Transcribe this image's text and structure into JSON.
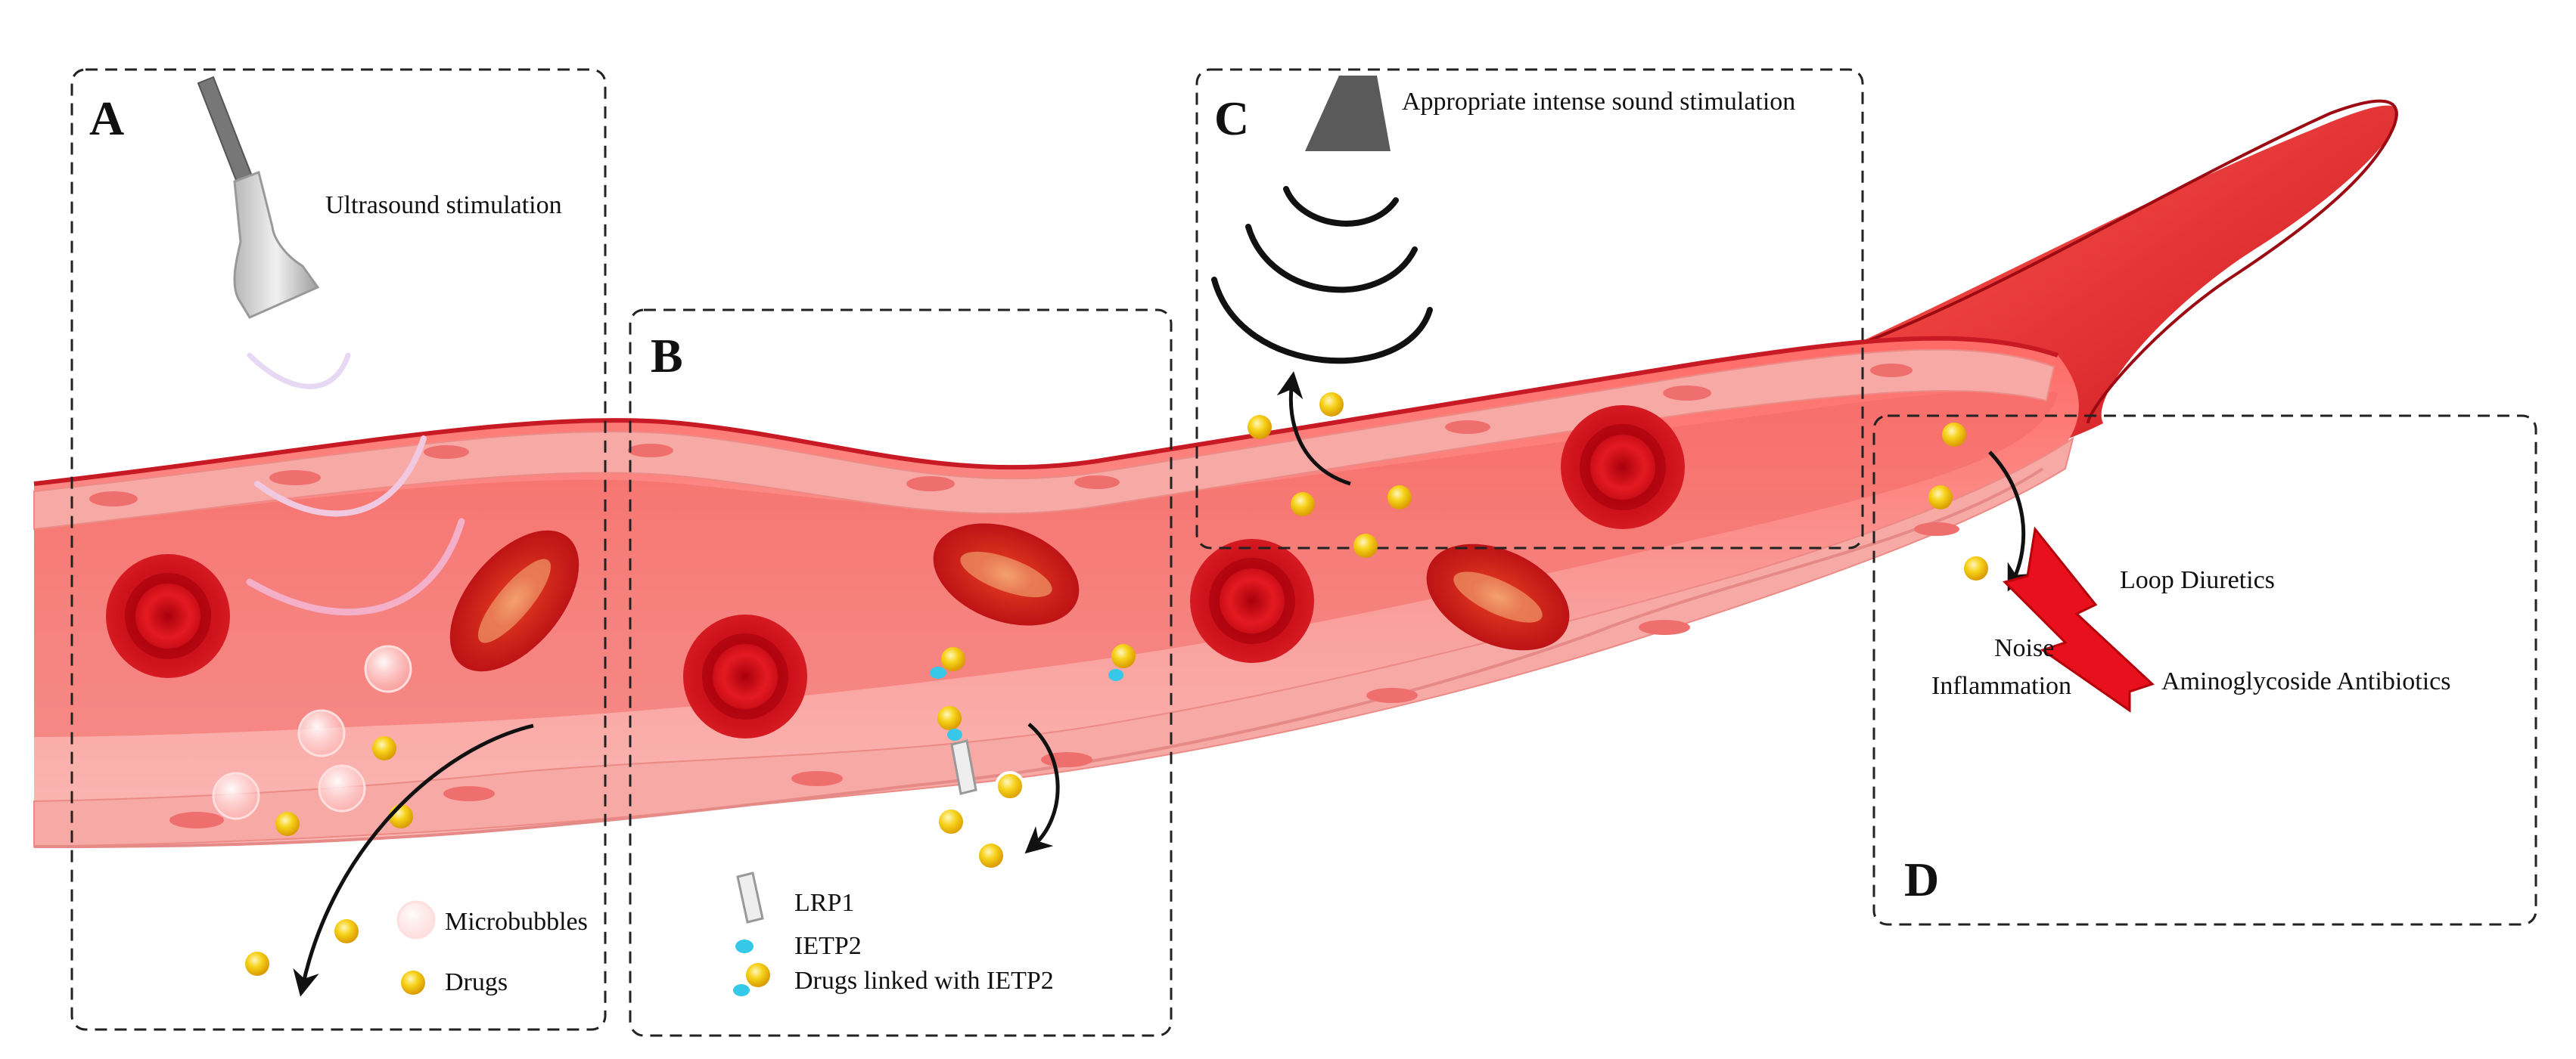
{
  "panels": {
    "a": {
      "letter": "A",
      "title": "Ultrasound stimulation",
      "legend": {
        "microbubbles": "Microbubbles",
        "drugs": "Drugs"
      }
    },
    "b": {
      "letter": "B",
      "legend": {
        "lrp1": "LRP1",
        "ietp2": "IETP2",
        "linked": "Drugs linked with IETP2"
      }
    },
    "c": {
      "letter": "C",
      "title": "Appropriate intense sound stimulation"
    },
    "d": {
      "letter": "D",
      "labels": {
        "loop": "Loop Diuretics",
        "noise": "Noise",
        "inflammation": "Inflammation",
        "amino": "Aminoglycoside Antibiotics"
      }
    }
  },
  "colors": {
    "vessel_wall": "#e8484f",
    "vessel_inner": "#f9b2b2",
    "rbc": "#d0101a",
    "drug": "#f4c20d",
    "ietp2": "#35c8e8",
    "lightning": "#e8101c"
  },
  "icons": {
    "probe": "ultrasound-probe-icon",
    "speaker": "speaker-icon",
    "lightning": "lightning-bolt-icon"
  }
}
